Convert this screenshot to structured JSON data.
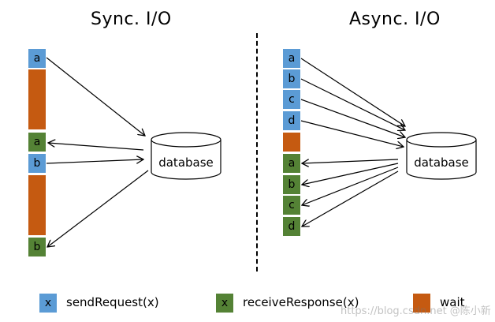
{
  "sync": {
    "title": "Sync. I/O",
    "db_label": "database",
    "blocks": [
      {
        "kind": "send",
        "label": "a"
      },
      {
        "kind": "wait",
        "label": ""
      },
      {
        "kind": "recv",
        "label": "a"
      },
      {
        "kind": "send",
        "label": "b"
      },
      {
        "kind": "wait",
        "label": ""
      },
      {
        "kind": "recv",
        "label": "b"
      }
    ]
  },
  "async": {
    "title": "Async. I/O",
    "db_label": "database",
    "blocks": [
      {
        "kind": "send",
        "label": "a"
      },
      {
        "kind": "send",
        "label": "b"
      },
      {
        "kind": "send",
        "label": "c"
      },
      {
        "kind": "send",
        "label": "d"
      },
      {
        "kind": "wait",
        "label": ""
      },
      {
        "kind": "recv",
        "label": "a"
      },
      {
        "kind": "recv",
        "label": "b"
      },
      {
        "kind": "recv",
        "label": "c"
      },
      {
        "kind": "recv",
        "label": "d"
      }
    ]
  },
  "legend": {
    "send_swatch": "x",
    "send_label": "sendRequest(x)",
    "recv_swatch": "x",
    "recv_label": "receiveResponse(x)",
    "wait_label": "wait"
  },
  "colors": {
    "send": "#5b9bd5",
    "recv": "#548235",
    "wait": "#c55a11"
  },
  "watermark": "https://blog.csdn.net @陈小新"
}
